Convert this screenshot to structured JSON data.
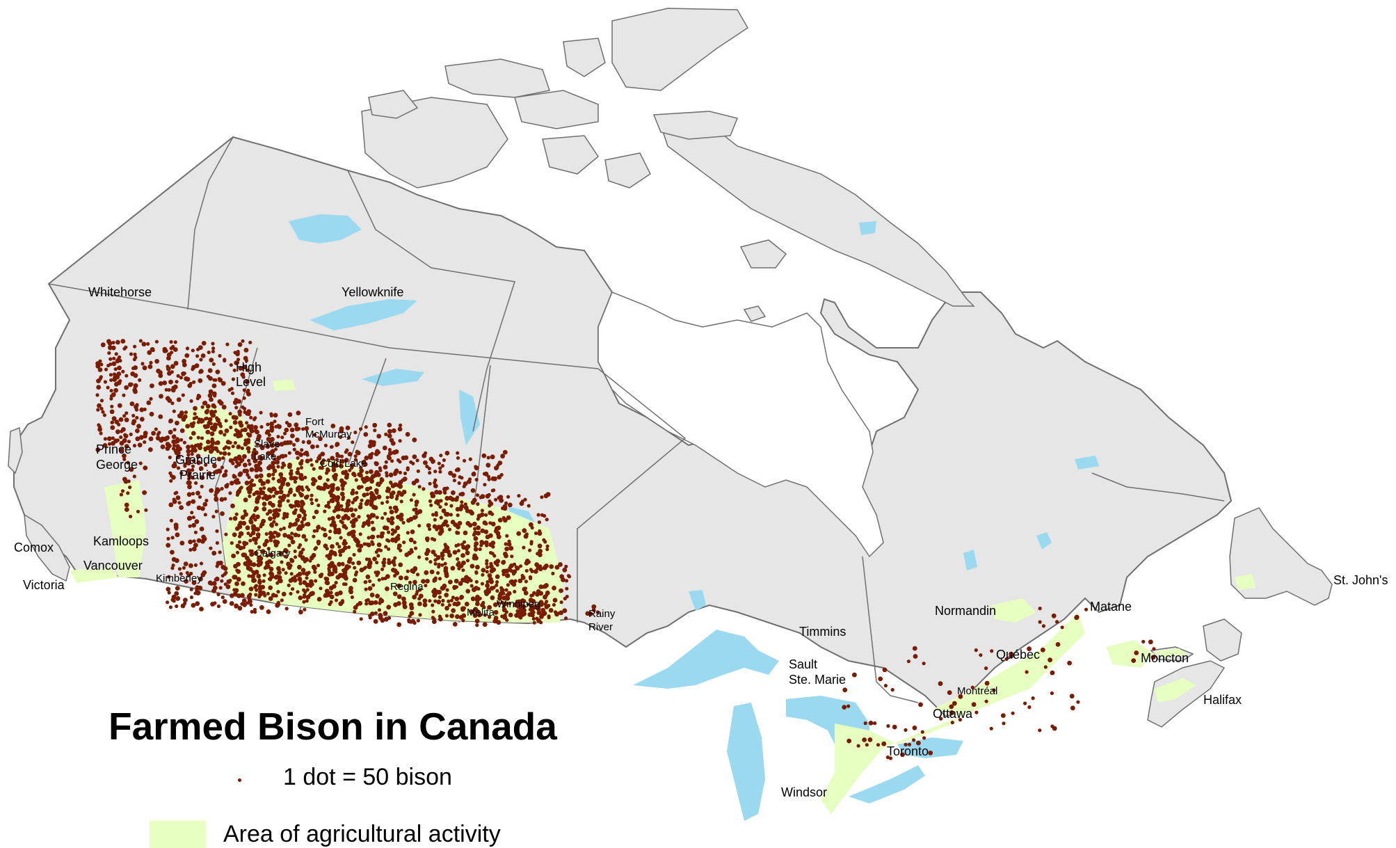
{
  "map": {
    "colors": {
      "land": "#e6e6e6",
      "border": "#6f6f6f",
      "water": "#9ad9f0",
      "agriculture": "#e6ffc0",
      "bison_dot": "#7a1c02"
    },
    "places": [
      {
        "id": "whitehorse",
        "name": "Whitehorse"
      },
      {
        "id": "yellowknife",
        "name": "Yellowknife"
      },
      {
        "id": "high-level",
        "name": "High\nLevel"
      },
      {
        "id": "fort-mcmurray",
        "name": "Fort\nMcMurray"
      },
      {
        "id": "slave-lake",
        "name": "Slave\nLake"
      },
      {
        "id": "prince-george",
        "name": "Prince\nGeorge"
      },
      {
        "id": "grande-prairie",
        "name": "Grande\nPrairie"
      },
      {
        "id": "cold-lake",
        "name": "Cold Lake"
      },
      {
        "id": "kamloops",
        "name": "Kamloops"
      },
      {
        "id": "comox",
        "name": "Comox"
      },
      {
        "id": "vancouver",
        "name": "Vancouver"
      },
      {
        "id": "victoria",
        "name": "Victoria"
      },
      {
        "id": "calgary",
        "name": "Calgary"
      },
      {
        "id": "kimberley",
        "name": "Kimberley"
      },
      {
        "id": "regina",
        "name": "Regina"
      },
      {
        "id": "winnipeg",
        "name": "Winnipeg"
      },
      {
        "id": "melita",
        "name": "Melita"
      },
      {
        "id": "rainy-river",
        "name": "Rainy\nRiver"
      },
      {
        "id": "timmins",
        "name": "Timmins"
      },
      {
        "id": "sault-ste-marie",
        "name": "Sault\nSte. Marie"
      },
      {
        "id": "normandin",
        "name": "Normandin"
      },
      {
        "id": "matane",
        "name": "Matane"
      },
      {
        "id": "quebec",
        "name": "Québec"
      },
      {
        "id": "montreal",
        "name": "Montréal"
      },
      {
        "id": "ottawa",
        "name": "Ottawa"
      },
      {
        "id": "toronto",
        "name": "Toronto"
      },
      {
        "id": "windsor",
        "name": "Windsor"
      },
      {
        "id": "moncton",
        "name": "Moncton"
      },
      {
        "id": "halifax",
        "name": "Halifax"
      },
      {
        "id": "st-johns",
        "name": "St. John's"
      }
    ]
  },
  "legend": {
    "title": "Farmed Bison in Canada",
    "dot_label": "1 dot = 50 bison",
    "area_label": "Area of agricultural activity"
  }
}
